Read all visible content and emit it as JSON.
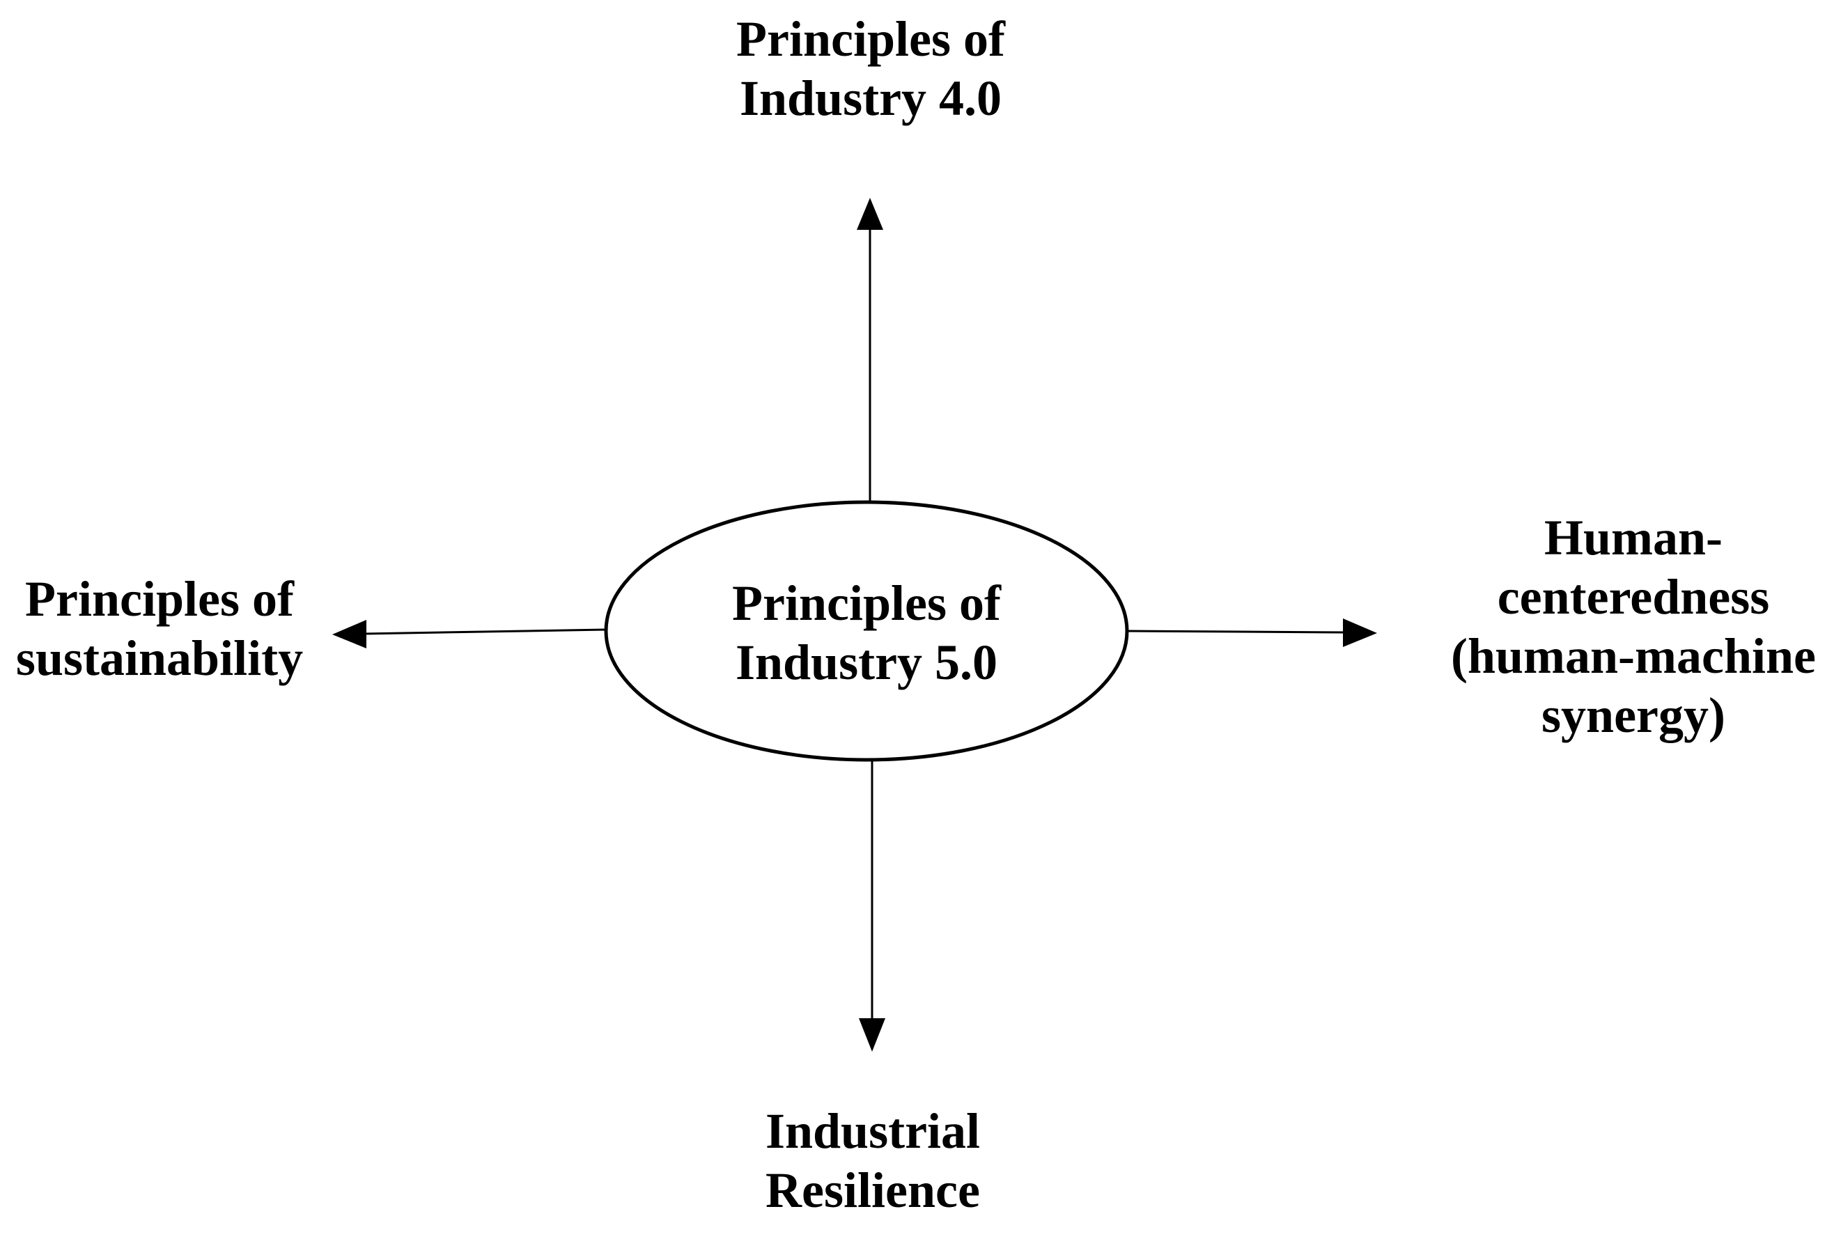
{
  "figure": {
    "title": "Principles of Industry 5.0 diagram",
    "background": "#ffffff",
    "ink": "#000000",
    "center_node": {
      "shape": "ellipse",
      "lines": [
        "Principles of",
        "Industry 5.0"
      ]
    },
    "branches": [
      {
        "direction": "up",
        "label_lines": [
          "Principles of",
          "Industry 4.0"
        ]
      },
      {
        "direction": "left",
        "label_lines": [
          "Principles of",
          "sustainability"
        ]
      },
      {
        "direction": "right",
        "label_lines": [
          "Human-",
          "centeredness",
          "(human-machine",
          "synergy)"
        ]
      },
      {
        "direction": "down",
        "label_lines": [
          "Industrial",
          "Resilience"
        ]
      }
    ]
  }
}
